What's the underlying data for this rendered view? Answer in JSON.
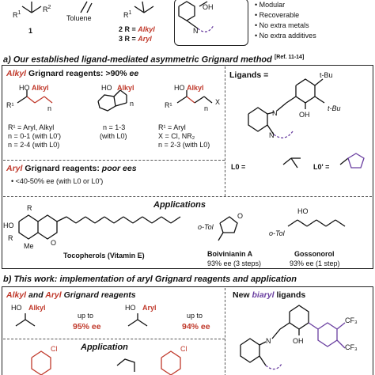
{
  "top": {
    "r1": "R",
    "r1_sub": "1",
    "r2": "R",
    "r2_sup": "2",
    "solvent": "Toluene",
    "cmpd1": "1",
    "product_r1": "R",
    "product_r1_sub": "1",
    "cmpd2_num": "2",
    "cmpd2_text": "R = ",
    "cmpd2_r": "Alkyl",
    "cmpd3_num": "3",
    "cmpd3_text": "R = ",
    "cmpd3_r": "Aryl",
    "oh": "OH",
    "n_label": "N",
    "bullets": [
      "Modular",
      "Recoverable",
      "No extra metals",
      "No extra additives"
    ]
  },
  "section_a": {
    "label": "a)",
    "title": "Our established ligand-mediated asymmetric Grignard method",
    "ref": "[Ref. 11-14]",
    "alkyl_title": "Alkyl",
    "alkyl_title_rest": " Grignard reagents: >90% ",
    "alkyl_title_ee": "ee",
    "ho": "HO",
    "alkyl": "Alkyl",
    "r1_aryl_alkyl": "R¹ = Aryl, Alkyl",
    "n_0_1": "n = 0-1 (with L0')",
    "n_2_4": "n = 2-4 (with L0)",
    "n_1_3": "n = 1-3",
    "with_l0": "(with L0)",
    "r1_aryl": "R¹ = Aryl",
    "x_cl": "X = Cl, NR₂",
    "n_2_3": "n = 2-3 (with L0)",
    "x": "X",
    "n": "n",
    "r1": "R¹",
    "ligands_title": "Ligands =",
    "tbu": "t-Bu",
    "oh": "OH",
    "n_label": "N",
    "l0": "L0 =",
    "l0p": "L0' =",
    "aryl_title": "Aryl",
    "aryl_title_rest": " Grignard reagents: ",
    "aryl_title_poor": "poor ees",
    "aryl_bullet": "<40-50% ee (with L0 or L0')",
    "apps_title": "Applications",
    "r_label": "R",
    "ho_label": "HO",
    "me_label": "Me",
    "o_label": "O",
    "tocopherols": "Tocopherols (Vitamin E)",
    "otol": "o-Tol",
    "boivinianin": "Boivinianin A",
    "boivinianin_ee": "93% ee (3 steps)",
    "gossonorol": "Gossonorol",
    "gossonorol_ee": "93% ee (1 step)"
  },
  "section_b": {
    "label": "b)",
    "title": "This work: implementation of aryl Grignard reagents and application",
    "grignard_title_alkyl": "Alkyl",
    "grignard_title_and": " and ",
    "grignard_title_aryl": "Aryl",
    "grignard_title_rest": " Grignard reagents",
    "ho": "HO",
    "alkyl": "Alkyl",
    "aryl": "Aryl",
    "upto1": "up to",
    "ee1": "95% ee",
    "upto2": "up to",
    "ee2": "94% ee",
    "new_title": "New ",
    "new_biaryl": "biaryl",
    "new_rest": " ligands",
    "cf3": "CF₃",
    "oh": "OH",
    "n_label": "N",
    "app_title": "Application",
    "cl": "Cl"
  },
  "colors": {
    "accent_red": "#c0392b",
    "purple": "#6a3fa0",
    "border": "#222222"
  }
}
